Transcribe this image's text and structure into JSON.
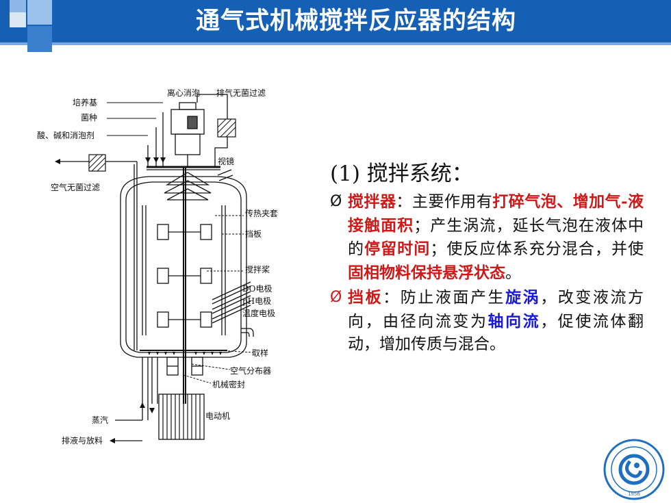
{
  "title": "通气式机械搅拌反应器的结构",
  "colors": {
    "header": "#1560b5",
    "emphasis_red": "#d01818",
    "emphasis_blue": "#1a1ad6"
  },
  "diagram": {
    "labels": {
      "medium": "培养基",
      "seed": "菌种",
      "acid_base_antifoam": "酸、碱和消泡剂",
      "air_filter": "空气无菌过滤",
      "centrifugal_defoamer": "离心消泡",
      "exhaust_filter": "排气无菌过滤",
      "sight_glass": "视镜",
      "heat_jacket": "传热夹套",
      "baffle": "挡板",
      "impeller": "搅拌桨",
      "do_electrode": "DO电极",
      "ph_electrode": "pH电极",
      "temp_electrode": "温度电极",
      "sampling": "取样",
      "air_sparger": "空气分布器",
      "mechanical_seal": "机械密封",
      "steam": "蒸汽",
      "motor": "电动机",
      "drain": "排液与放料"
    }
  },
  "section": {
    "heading": "(1) 搅拌系统：",
    "bullets": [
      {
        "marker": "Ø",
        "parts": [
          {
            "text": "搅拌器",
            "style": "red"
          },
          {
            "text": "：主要作用有",
            "style": "normal"
          },
          {
            "text": "打碎气泡、增加气-液接触面积",
            "style": "red"
          },
          {
            "text": "；产生涡流，延长气泡在液体中的",
            "style": "normal"
          },
          {
            "text": "停留时间",
            "style": "red"
          },
          {
            "text": "；使反应体系充分混合，并使",
            "style": "normal"
          },
          {
            "text": "固相物料保持悬浮状态",
            "style": "red"
          },
          {
            "text": "。",
            "style": "normal"
          }
        ]
      },
      {
        "marker": "Ø",
        "parts": [
          {
            "text": "挡板",
            "style": "red"
          },
          {
            "text": "：防止液面产生",
            "style": "normal"
          },
          {
            "text": "旋涡",
            "style": "blue"
          },
          {
            "text": "，改变液流方向，由径向流变为",
            "style": "normal"
          },
          {
            "text": "轴向流",
            "style": "blue"
          },
          {
            "text": "，促使流体翻动，增加传质与混合。",
            "style": "normal"
          }
        ]
      }
    ]
  },
  "logo": {
    "year": "1956",
    "icon": "university-seal-icon"
  }
}
